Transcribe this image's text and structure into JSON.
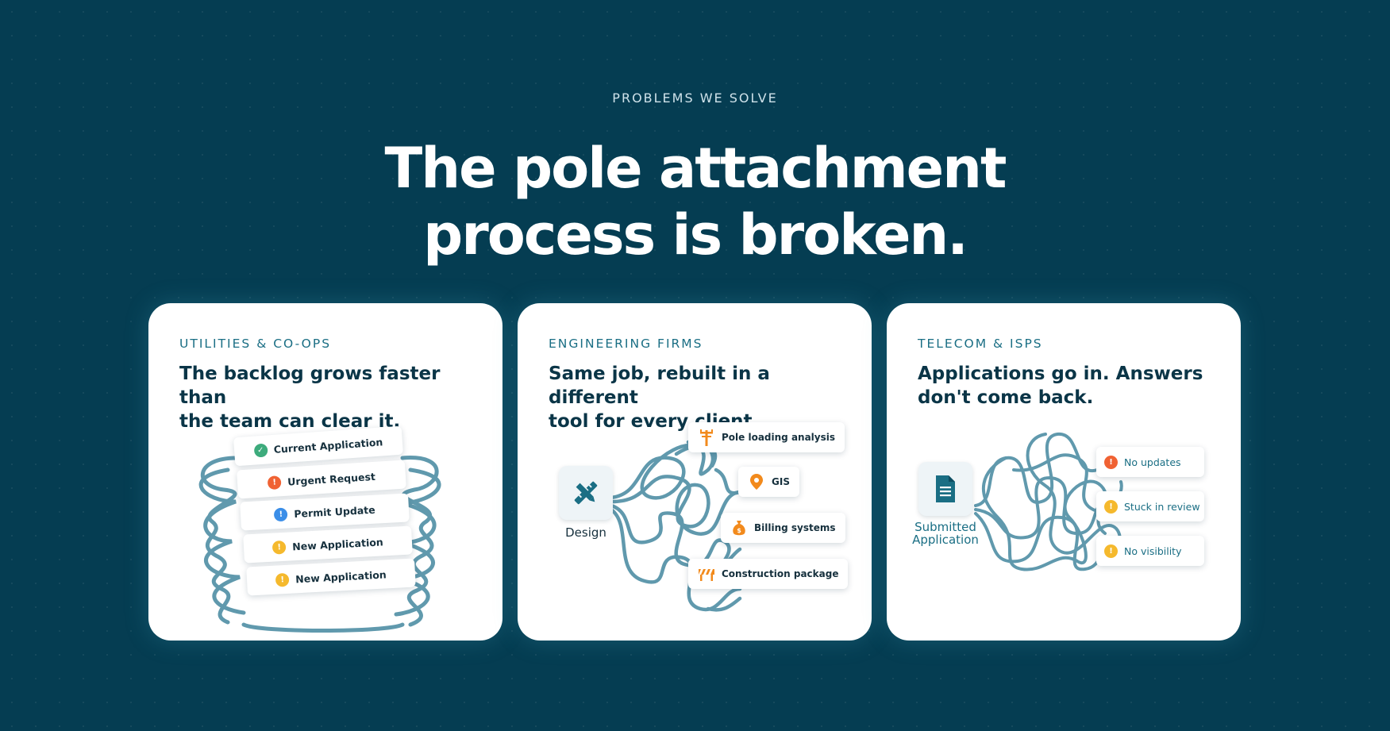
{
  "eyebrow": "PROBLEMS WE SOLVE",
  "headline": {
    "line1": "The pole attachment",
    "line2": "process is broken."
  },
  "colors": {
    "background": "#053d52",
    "accent_teal": "#1a6e84",
    "tangle": "#4f8fa5",
    "status_green": "#3dab7c",
    "status_red": "#f06233",
    "status_blue": "#3b8ee8",
    "status_yellow": "#f5b92d",
    "icon_orange": "#f28a1c"
  },
  "cards": [
    {
      "eyebrow": "UTILITIES & CO-OPS",
      "title_line1": "The backlog grows faster than",
      "title_line2": "the team can clear it.",
      "items": [
        {
          "label": "Current Application",
          "status": "check",
          "icon": "check-circle-icon"
        },
        {
          "label": "Urgent Request",
          "status": "!",
          "icon": "alert-red-icon"
        },
        {
          "label": "Permit Update",
          "status": "!",
          "icon": "alert-blue-icon"
        },
        {
          "label": "New Application",
          "status": "!",
          "icon": "alert-yellow-icon"
        },
        {
          "label": "New Application",
          "status": "!",
          "icon": "alert-yellow-icon"
        }
      ]
    },
    {
      "eyebrow": "ENGINEERING FIRMS",
      "title_line1": "Same job, rebuilt in a different",
      "title_line2": "tool for every client.",
      "source_label": "Design",
      "source_icon": "pencil-ruler-icon",
      "tools": [
        {
          "label": "Pole loading analysis",
          "icon": "utility-pole-icon"
        },
        {
          "label": "GIS",
          "icon": "map-pin-icon"
        },
        {
          "label": "Billing systems",
          "icon": "money-bag-icon"
        },
        {
          "label": "Construction package",
          "icon": "construction-barrier-icon"
        }
      ]
    },
    {
      "eyebrow": "TELECOM & ISPS",
      "title_line1": "Applications go in. Answers",
      "title_line2": "don't come back.",
      "source_label_line1": "Submitted",
      "source_label_line2": "Application",
      "source_icon": "document-icon",
      "statuses": [
        {
          "label": "No updates",
          "icon": "alert-red-icon"
        },
        {
          "label": "Stuck in review",
          "icon": "alert-yellow-icon"
        },
        {
          "label": "No visibility",
          "icon": "alert-yellow-icon"
        }
      ]
    }
  ]
}
